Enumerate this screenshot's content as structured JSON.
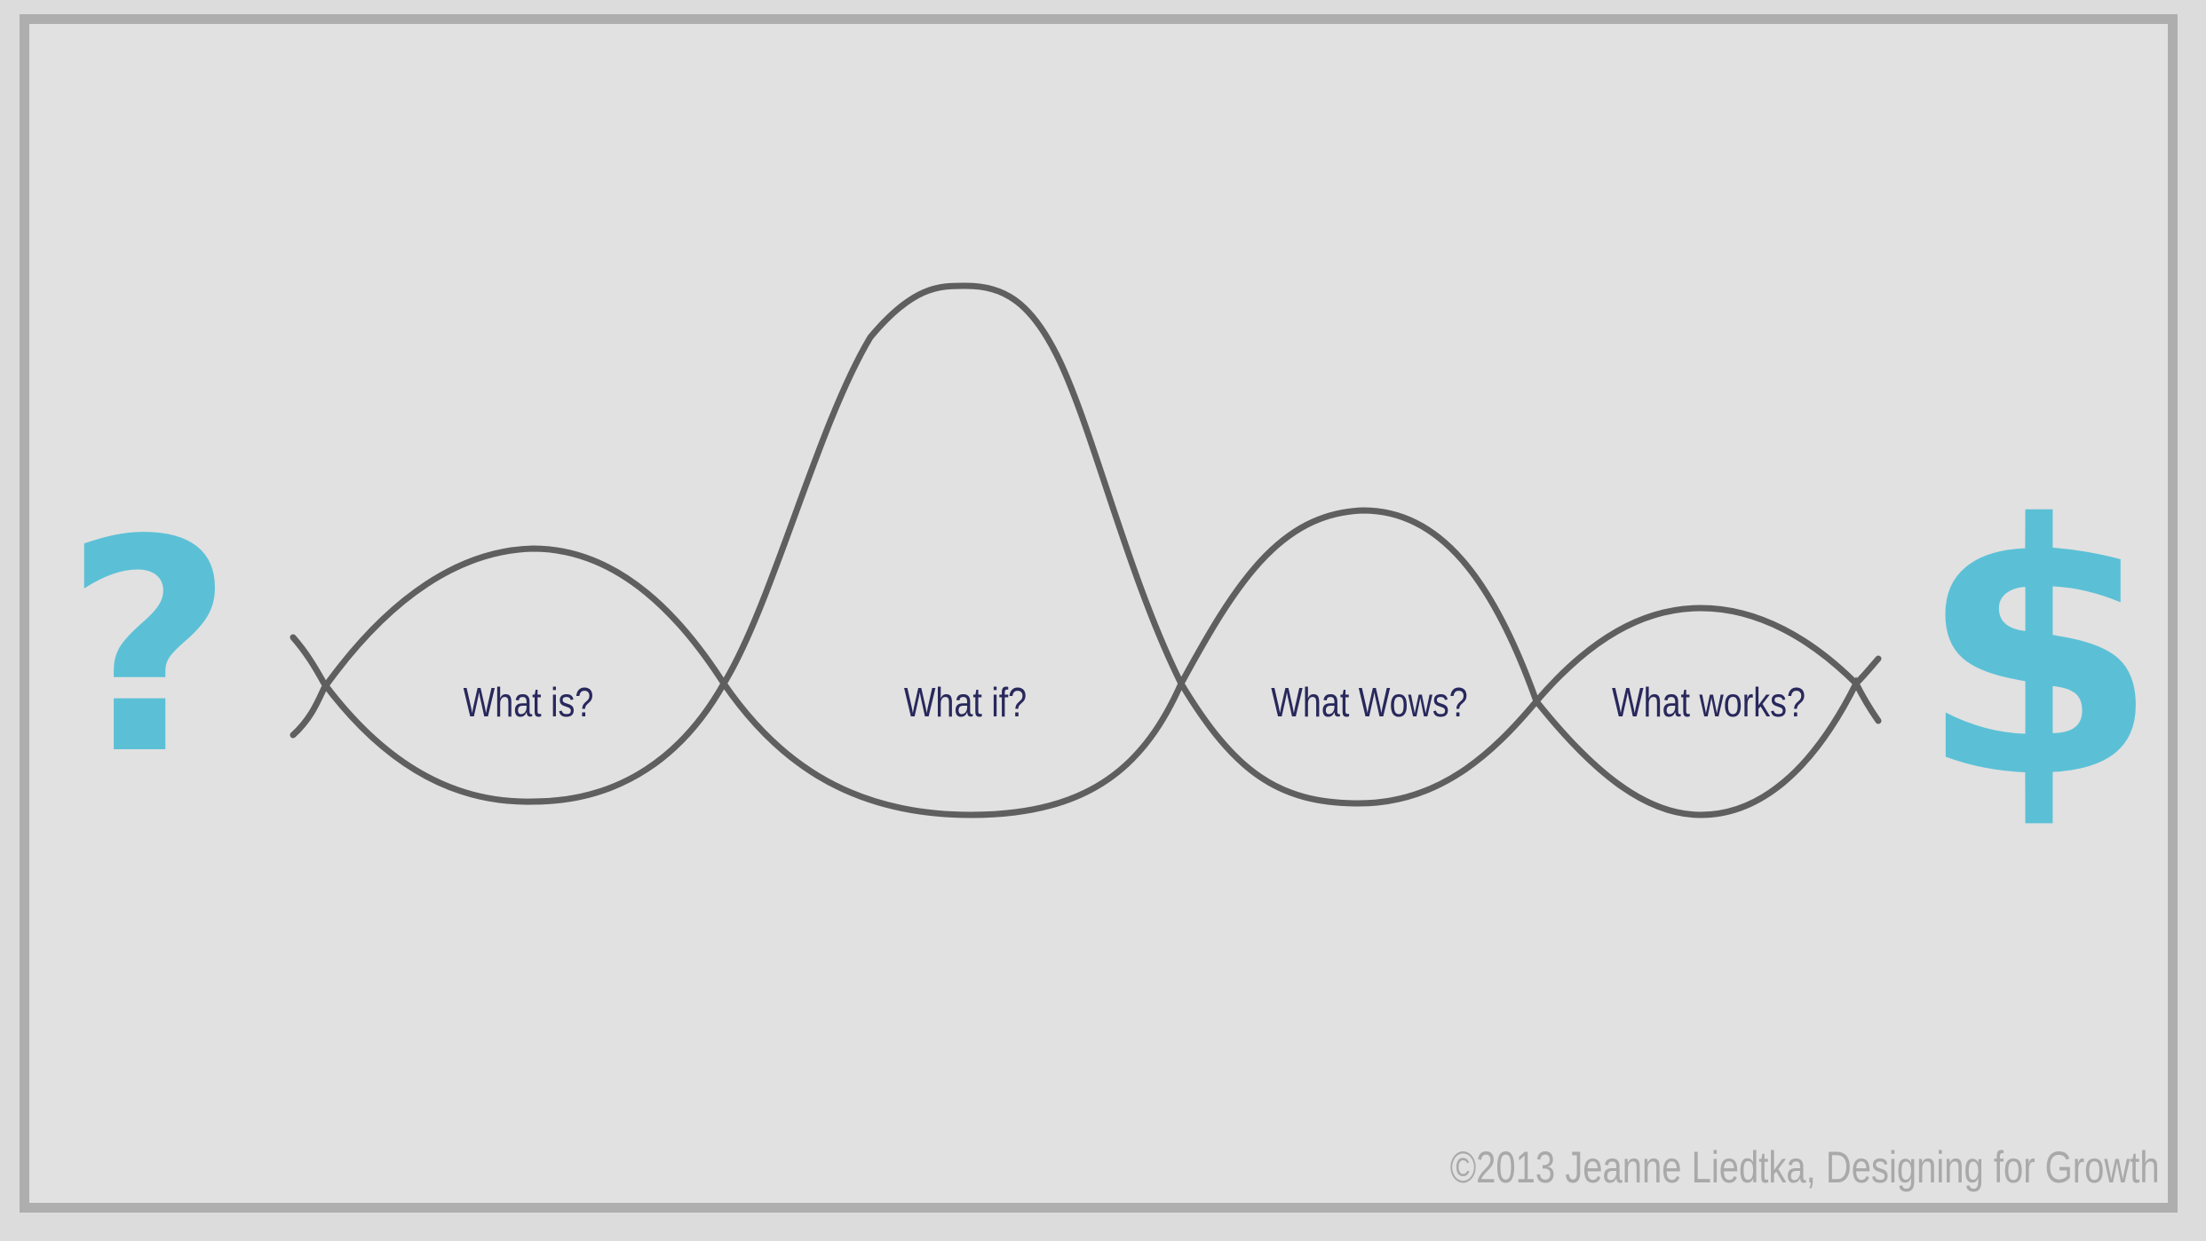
{
  "diagram": {
    "start_symbol": "?",
    "end_symbol": "$",
    "stages": [
      {
        "label": "What is?"
      },
      {
        "label": "What if?"
      },
      {
        "label": "What Wows?"
      },
      {
        "label": "What works?"
      }
    ],
    "copyright": "©2013 Jeanne Liedtka, Designing for Growth"
  },
  "colors": {
    "background": "#e1e1e1",
    "frame": "#aeaeae",
    "accent_symbols": "#5bc0d6",
    "curve_stroke": "#5f5f5f",
    "label_text": "#28285c",
    "copyright_text": "#a9a9a9"
  }
}
